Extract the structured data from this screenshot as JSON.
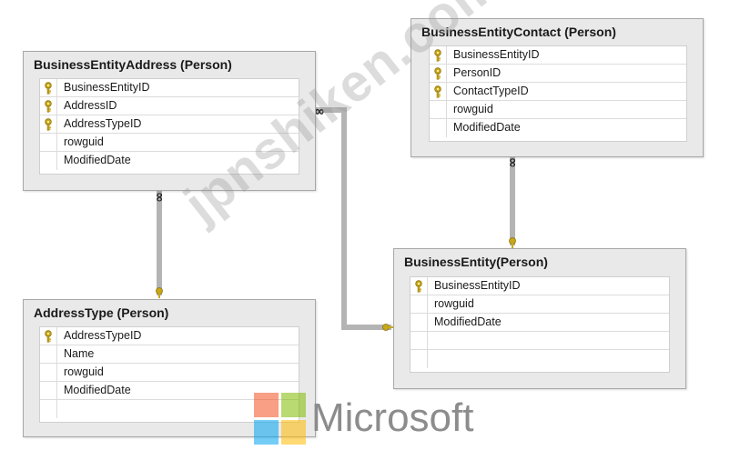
{
  "tables": [
    {
      "name": "BusinessEntityAddress (Person)",
      "columns": [
        {
          "name": "BusinessEntityID",
          "key": true
        },
        {
          "name": "AddressID",
          "key": true
        },
        {
          "name": "AddressTypeID",
          "key": true
        },
        {
          "name": "rowguid",
          "key": false
        },
        {
          "name": "ModifiedDate",
          "key": false
        }
      ]
    },
    {
      "name": "BusinessEntityContact (Person)",
      "columns": [
        {
          "name": "BusinessEntityID",
          "key": true
        },
        {
          "name": "PersonID",
          "key": true
        },
        {
          "name": "ContactTypeID",
          "key": true
        },
        {
          "name": "rowguid",
          "key": false
        },
        {
          "name": "ModifiedDate",
          "key": false
        }
      ]
    },
    {
      "name": "AddressType (Person)",
      "columns": [
        {
          "name": "AddressTypeID",
          "key": true
        },
        {
          "name": "Name",
          "key": false
        },
        {
          "name": "rowguid",
          "key": false
        },
        {
          "name": "ModifiedDate",
          "key": false
        },
        {
          "name": "",
          "key": false
        }
      ]
    },
    {
      "name": "BusinessEntity(Person)",
      "columns": [
        {
          "name": "BusinessEntityID",
          "key": true
        },
        {
          "name": "rowguid",
          "key": false
        },
        {
          "name": "ModifiedDate",
          "key": false
        },
        {
          "name": "",
          "key": false
        },
        {
          "name": "",
          "key": false
        }
      ]
    }
  ],
  "relationships": [
    {
      "from": "BusinessEntityAddress (Person)",
      "to": "AddressType (Person)",
      "many_end": "BusinessEntityAddress (Person)",
      "one_end": "AddressType (Person)"
    },
    {
      "from": "BusinessEntityAddress (Person)",
      "to": "BusinessEntity(Person)",
      "many_end": "BusinessEntityAddress (Person)",
      "one_end": "BusinessEntity(Person)"
    },
    {
      "from": "BusinessEntityContact (Person)",
      "to": "BusinessEntity(Person)",
      "many_end": "BusinessEntityContact (Person)",
      "one_end": "BusinessEntity(Person)"
    }
  ],
  "symbols": {
    "many": "∞"
  },
  "watermark": "jpnshiken.com",
  "branding": {
    "wordmark": "Microsoft",
    "logo_colors": [
      "#f25022",
      "#7fba00",
      "#00a4ef",
      "#ffb900"
    ],
    "key_color": "#c9a818",
    "line_color": "#b4b4b4"
  }
}
